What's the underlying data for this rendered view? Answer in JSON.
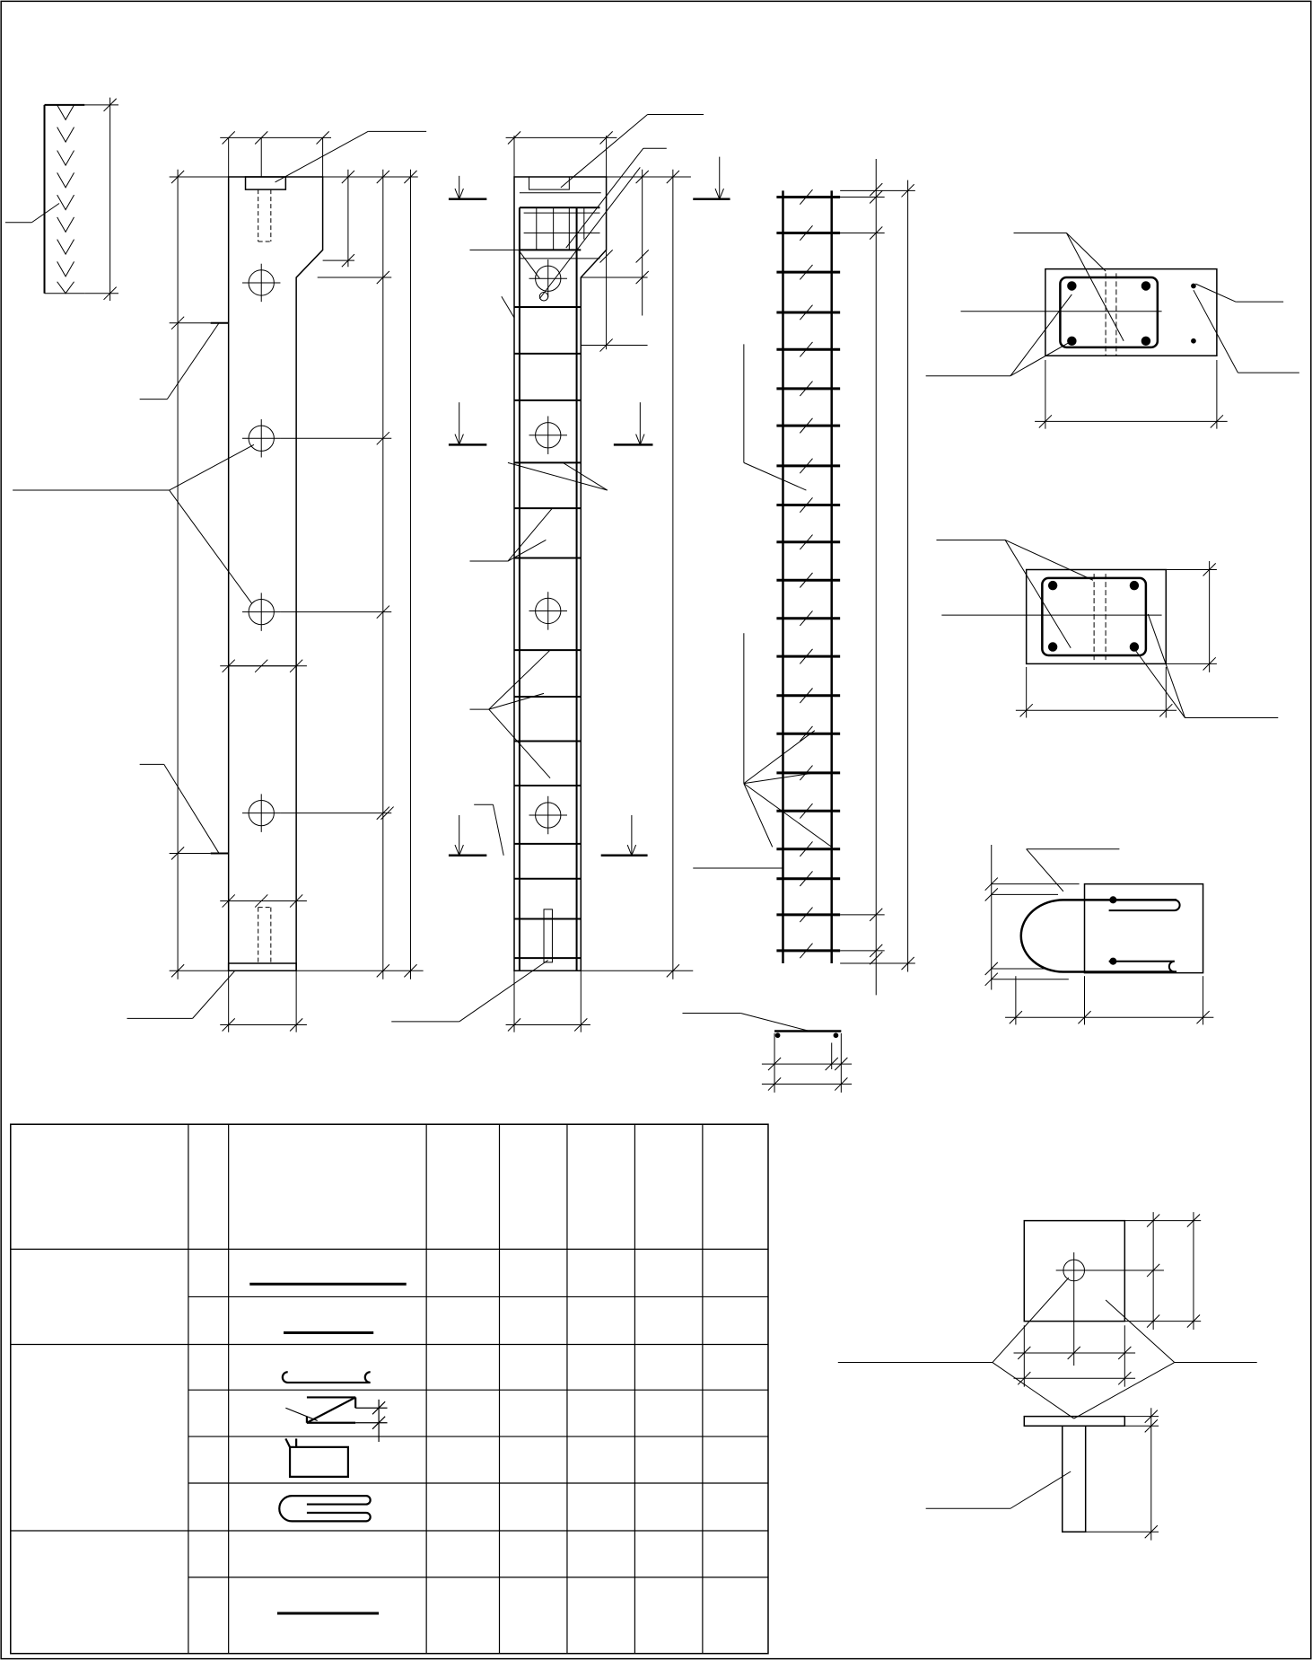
{
  "sheet": {
    "background": "#ffffff",
    "line_color": "#000000",
    "text_labels": []
  },
  "views": [
    "column-elevation",
    "reinforcement-elevation",
    "rebar-cage-elevation",
    "section-top",
    "section-middle",
    "hook-detail",
    "small-bar-detail",
    "embedded-plate-detail"
  ],
  "schedule": {
    "columns": 8,
    "header_text": [],
    "rows": [
      {
        "group": 1,
        "shape": "straight-bar-long"
      },
      {
        "group": 1,
        "shape": "straight-bar-short"
      },
      {
        "group": 2,
        "shape": "hook-bar"
      },
      {
        "group": 2,
        "shape": "bent-bar"
      },
      {
        "group": 2,
        "shape": "stirrup-rect"
      },
      {
        "group": 2,
        "shape": "u-bar"
      },
      {
        "group": 3,
        "shape": "empty"
      },
      {
        "group": 3,
        "shape": "straight-bar-medium"
      }
    ]
  }
}
